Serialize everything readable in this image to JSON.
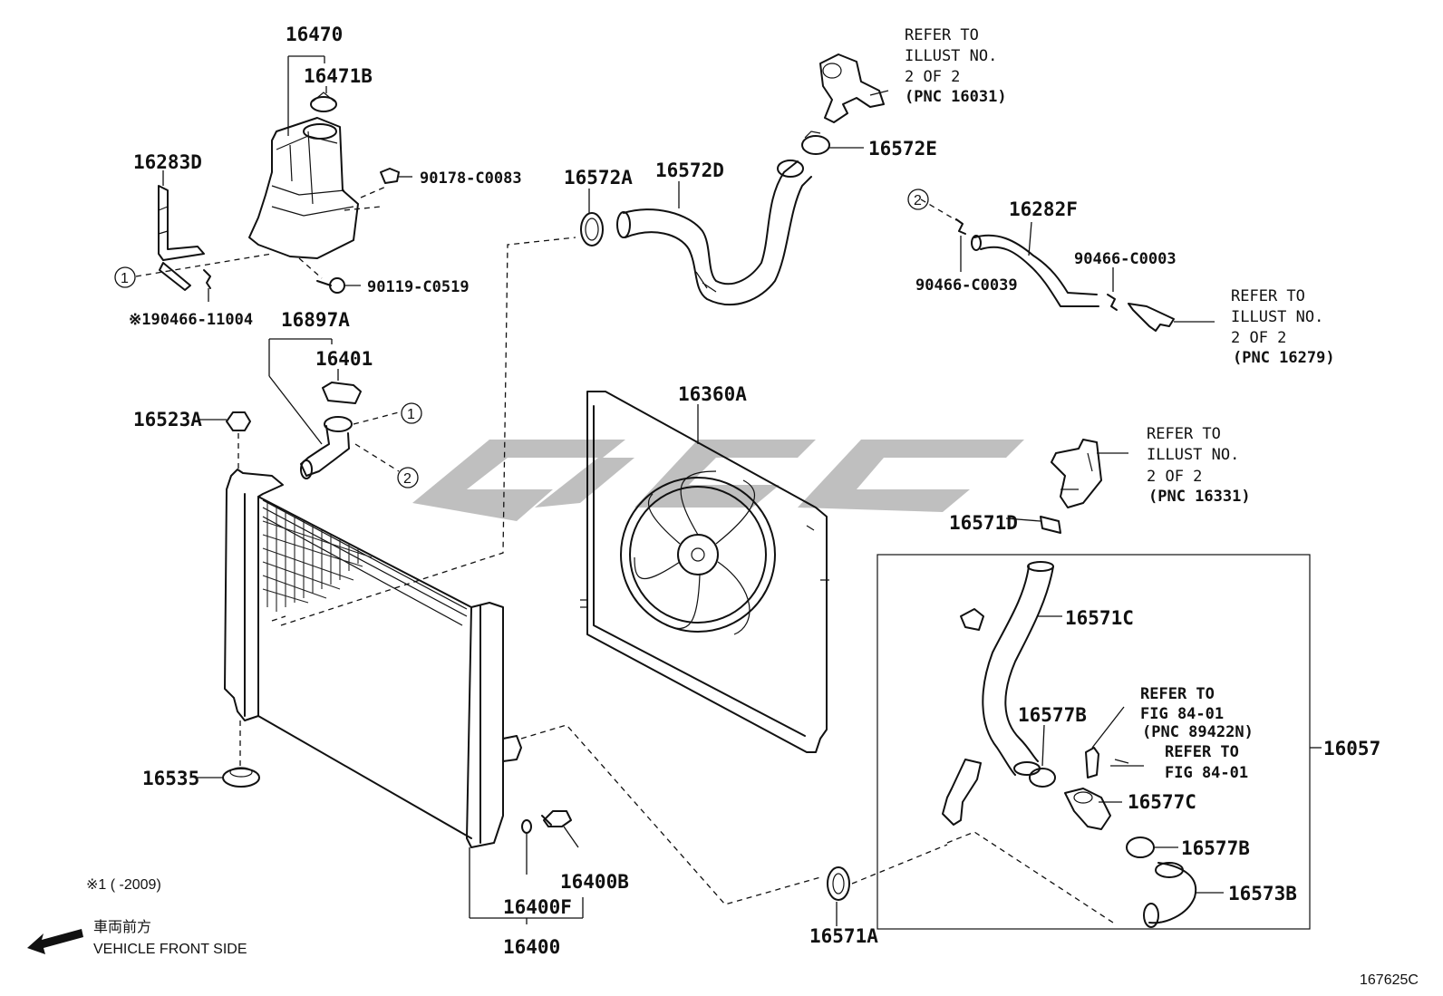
{
  "parts": {
    "p16470": "16470",
    "p16471B": "16471B",
    "p16283D": "16283D",
    "p90178": "90178-C0083",
    "p90119": "90119-C0519",
    "p90466_11004": "※190466-11004",
    "p16897A": "16897A",
    "p16401": "16401",
    "p16523A": "16523A",
    "p16535": "16535",
    "p16572A": "16572A",
    "p16572D": "16572D",
    "p16572E": "16572E",
    "p16282F": "16282F",
    "p90466_C0039": "90466-C0039",
    "p90466_C0003": "90466-C0003",
    "p16360A": "16360A",
    "p16571D": "16571D",
    "p16571C": "16571C",
    "p16577B_1": "16577B",
    "p16577C": "16577C",
    "p16577B_2": "16577B",
    "p16573B": "16573B",
    "p16057": "16057",
    "p16571A": "16571A",
    "p16400B": "16400B",
    "p16400F": "16400F",
    "p16400": "16400"
  },
  "refs": {
    "ref1": [
      "REFER TO",
      "ILLUST NO.",
      "2 OF 2",
      "(PNC 16031)"
    ],
    "ref2": [
      "REFER TO",
      "ILLUST NO.",
      "2 OF 2",
      "(PNC 16279)"
    ],
    "ref3": [
      "REFER TO",
      "ILLUST NO.",
      "2 OF 2",
      "(PNC 16331)"
    ],
    "ref4": [
      "REFER TO",
      "FIG 84-01",
      "(PNC 89422N)"
    ],
    "ref5": [
      "REFER TO",
      "FIG 84-01"
    ]
  },
  "callouts": {
    "c1": "1",
    "c2": "2"
  },
  "notes": {
    "footnote": "※1 (      -2009)",
    "front_jp": "車両前方",
    "front_en": "VEHICLE FRONT SIDE",
    "illust_no": "167625C"
  },
  "icons": {
    "front_arrow": "arrow-left-icon",
    "watermark": "logo-watermark"
  }
}
